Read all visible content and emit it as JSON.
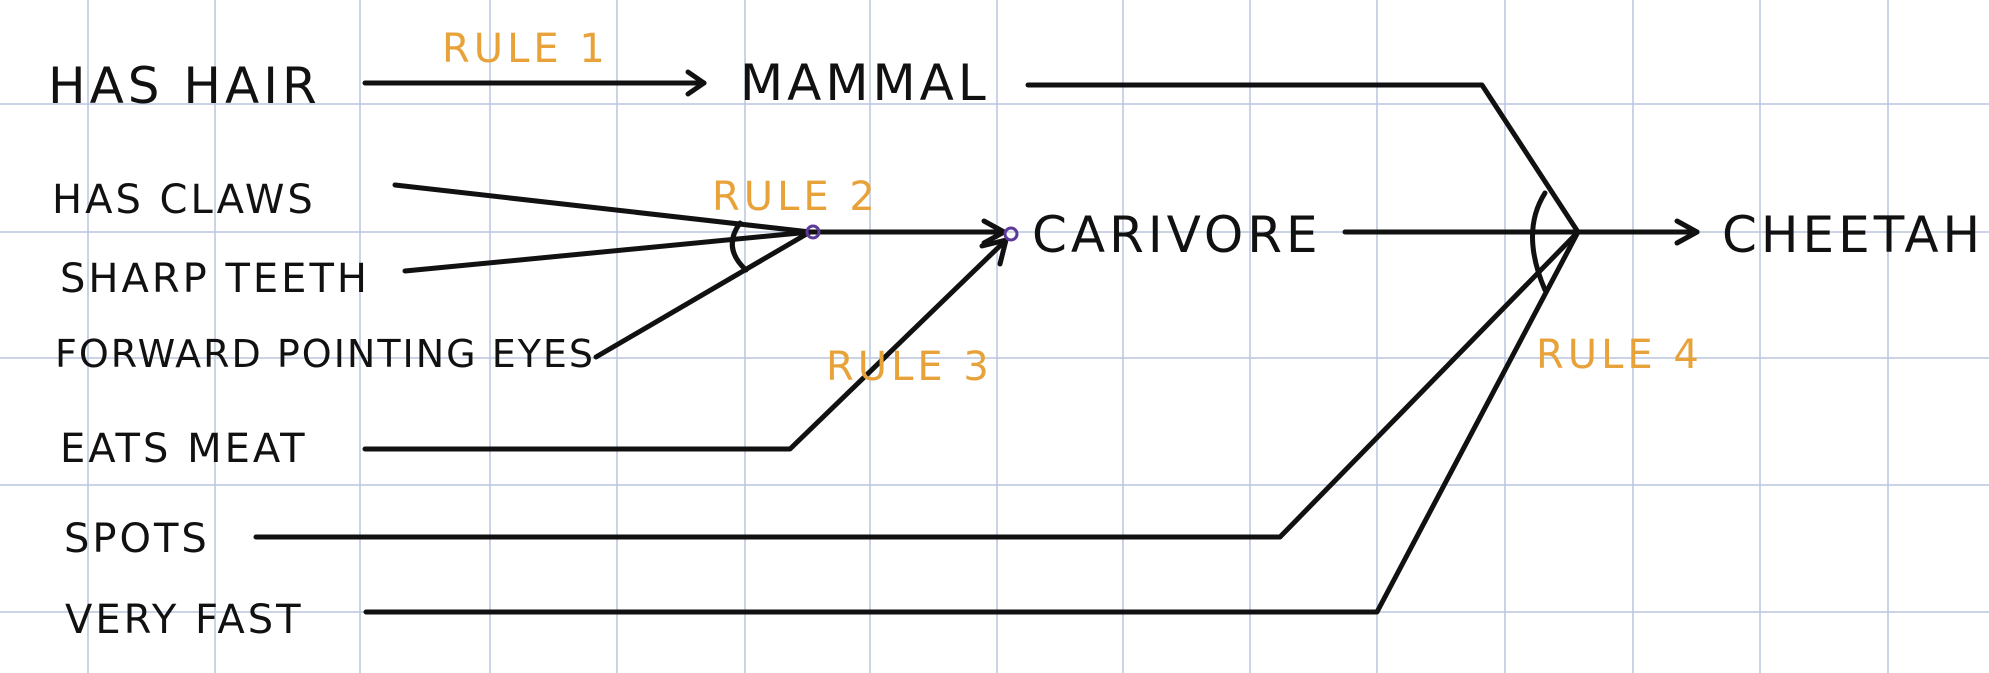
{
  "colors": {
    "background": "#ffffff",
    "grid": "#b9c6dd",
    "ink": "#111111",
    "rule_label": "#e8a23a",
    "node_marker": "#5b3a9a"
  },
  "facts": {
    "has_hair": "HAS HAIR",
    "has_claws": "HAS CLAWS",
    "sharp_teeth": "SHARP TEETH",
    "forward_eyes": "FORWARD POINTING EYES",
    "eats_meat": "EATS MEAT",
    "spots": "SPOTS",
    "very_fast": "VERY FAST"
  },
  "conclusions": {
    "mammal": "MAMMAL",
    "carnivore": "CARIVORE",
    "cheetah": "CHEETAH"
  },
  "rules": {
    "rule1": "RULE 1",
    "rule2": "RULE 2",
    "rule3": "RULE 3",
    "rule4": "RULE 4"
  }
}
